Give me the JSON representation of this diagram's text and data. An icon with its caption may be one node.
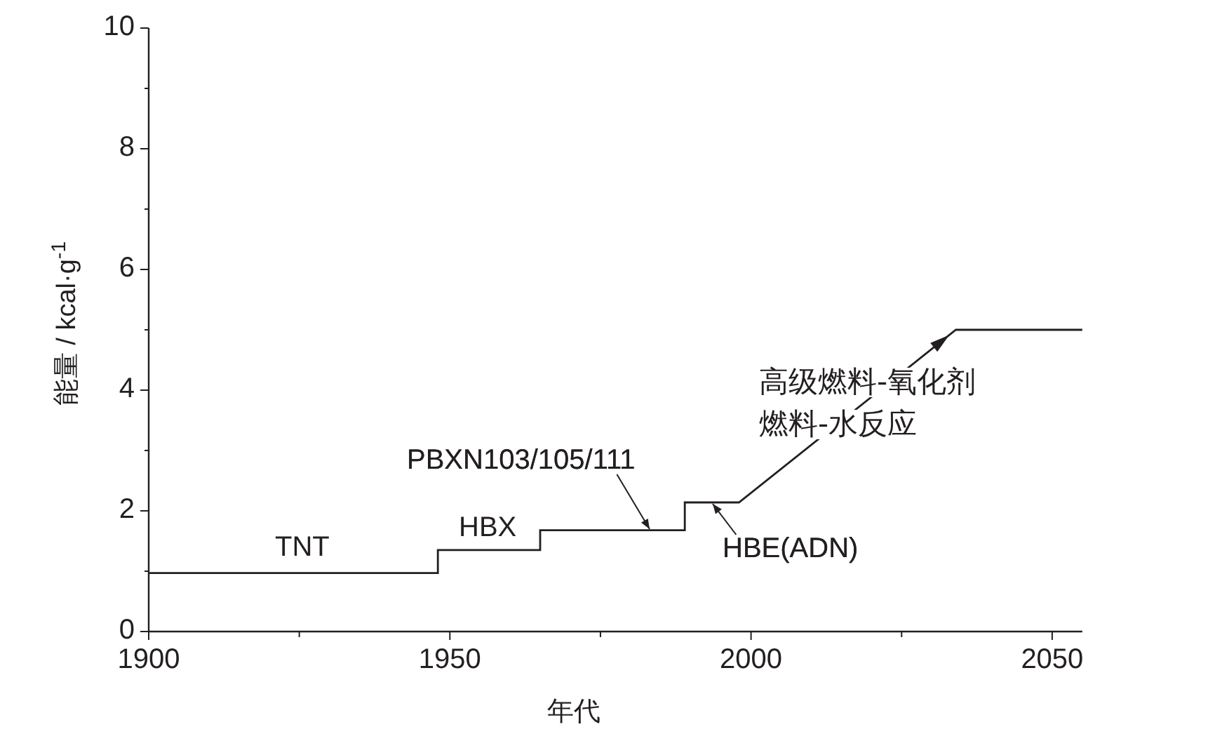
{
  "diagram": {
    "nodes": [
      {
        "text": [
          "PBXN103/105/111"
        ]
      },
      {
        "text": [
          "HBE(ADN)"
        ]
      }
    ],
    "edges": [
      {
        "from": 0,
        "to": null,
        "arrow": "to"
      },
      {
        "from": 1,
        "to": null,
        "arrow": "to"
      }
    ],
    "chart_data": {
      "type": "line",
      "xlabel": "年代",
      "ylabel": "能量 / kcal·g$^{-1}$",
      "x": [
        1900,
        1948,
        1948,
        1965,
        1965,
        1989,
        1989,
        1998,
        2034,
        2055
      ],
      "series": [
        {
          "color": "#231f20",
          "values": [
            0.97,
            0.97,
            1.35,
            1.35,
            1.68,
            1.68,
            2.14,
            2.14,
            5,
            5
          ]
        }
      ],
      "xlim": [
        1900,
        2055
      ],
      "ylim": [
        0,
        10
      ],
      "xticks": [
        1900,
        1950,
        2000,
        2050
      ],
      "yticks": [
        0,
        2,
        4,
        6,
        8,
        10
      ],
      "annotations": [
        "TNT",
        "HBX",
        "高级燃料-氧化剂",
        "燃料-水反应"
      ]
    }
  }
}
